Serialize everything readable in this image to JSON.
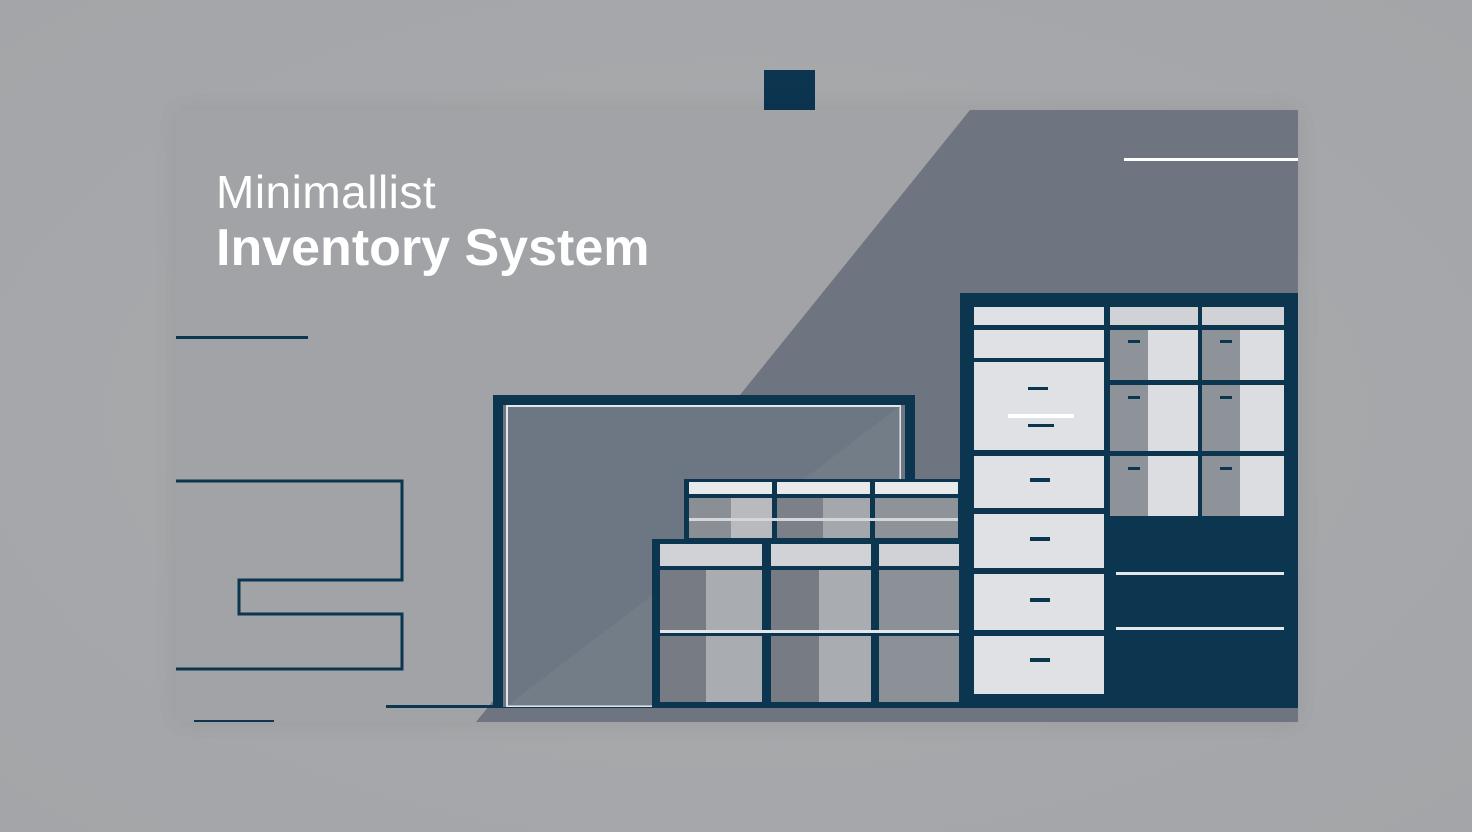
{
  "title": {
    "line1": "Minimallist",
    "line2": "Inventory System"
  },
  "colors": {
    "background": "#a6a8ab",
    "card": "#a1a3a6",
    "dark_panel": "#6e7580",
    "navy": "#0c3550",
    "drawer_light": "#d9dadd",
    "text": "#ffffff"
  },
  "icons": [
    "filing-cabinet-illustration",
    "storage-shelves-illustration",
    "frame-illustration"
  ]
}
